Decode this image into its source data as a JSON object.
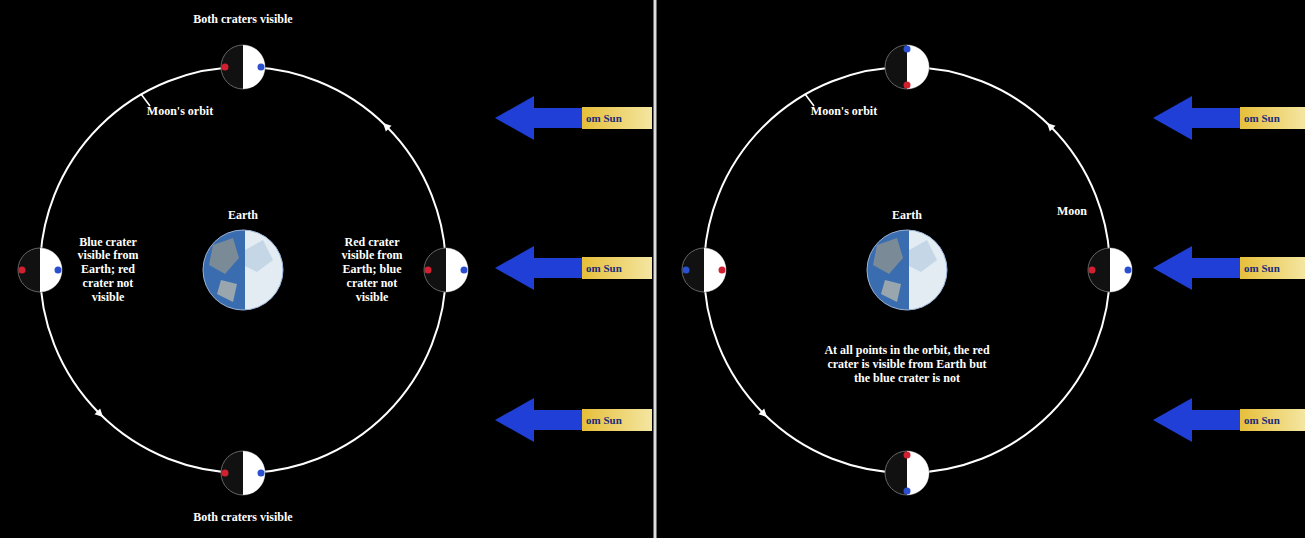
{
  "diagram": {
    "nodes": [
      {
        "text": [
          "om Sun"
        ]
      },
      {
        "text": [
          "om Sun"
        ]
      },
      {
        "text": [
          "om Sun"
        ]
      },
      {
        "text": [
          "om Sun"
        ]
      },
      {
        "text": [
          "om Sun"
        ]
      },
      {
        "text": [
          "om Sun"
        ]
      }
    ],
    "labels": [
      "Both craters visible",
      "Moon's orbit",
      "Earth",
      "Blue crater visible from Earth; red crater not visible",
      "Red crater visible from Earth; blue crater not visible",
      "Both craters visible",
      "Moon's orbit",
      "Earth",
      "Moon",
      "At all points in the orbit, the red crater is visible from Earth but the blue crater is not"
    ]
  }
}
